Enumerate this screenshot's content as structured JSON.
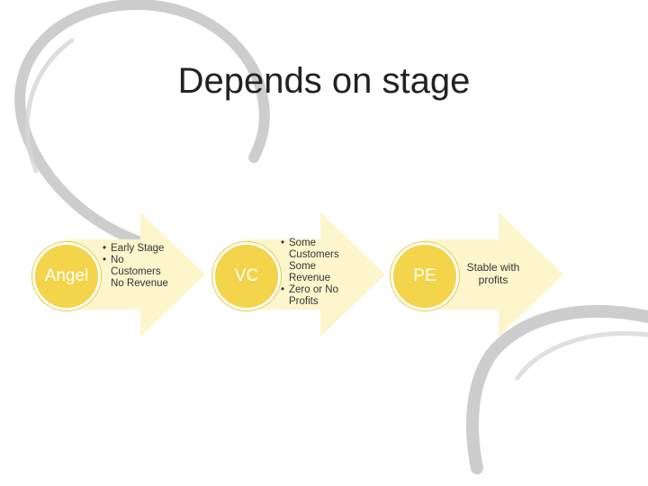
{
  "title": "Depends on stage",
  "colors": {
    "circle": "#f3d44a",
    "arrow": "#fdf5cc",
    "swirl": "#c8c8c8"
  },
  "stages": [
    {
      "name": "Angel",
      "bullets": [
        "Early Stage",
        "No Customers No Revenue"
      ]
    },
    {
      "name": "VC",
      "bullets": [
        "Some Customers Some Revenue",
        "Zero or No Profits"
      ]
    },
    {
      "name": "PE",
      "text": "Stable with profits"
    }
  ]
}
